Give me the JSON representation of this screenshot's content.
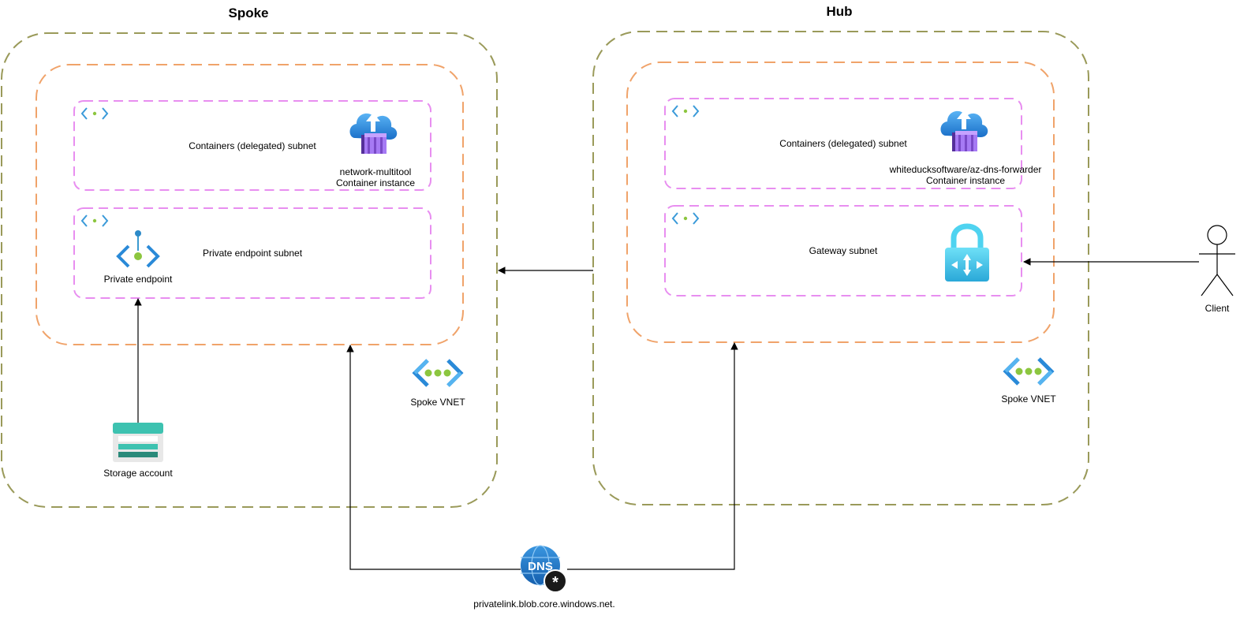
{
  "spoke": {
    "title": "Spoke",
    "containers_subnet_label": "Containers (delegated) subnet",
    "container_name": "network-multitool",
    "container_type": "Container instance",
    "pe_subnet_label": "Private endpoint subnet",
    "private_endpoint_label": "Private endpoint",
    "storage_label": "Storage account",
    "vnet_label": "Spoke VNET"
  },
  "hub": {
    "title": "Hub",
    "containers_subnet_label": "Containers (delegated) subnet",
    "container_name": "whiteducksoftware/az-dns-forwarder",
    "container_type": "Container instance",
    "gateway_subnet_label": "Gateway subnet",
    "vnet_label": "Spoke VNET"
  },
  "client": {
    "label": "Client"
  },
  "dns": {
    "label": "privatelink.blob.core.windows.net."
  },
  "colors": {
    "vnet_border": "#9a9a5a",
    "subscription_border": "#f0a36a",
    "subnet_border": "#e88ef0",
    "azure_blue": "#1a73c8",
    "container_purple": "#9a5ccd",
    "storage_teal": "#3dc2b0",
    "lock_cyan": "#4fd3f0",
    "vnet_icon_blue": "#2a8ad8",
    "vnet_icon_green": "#8cc63f"
  },
  "icons": {
    "container_instance": "cloud-upload-container-icon",
    "private_endpoint": "private-endpoint-icon",
    "storage": "storage-account-icon",
    "vnet": "virtual-network-icon",
    "gateway": "vpn-gateway-lock-icon",
    "dns": "dns-zone-icon",
    "client": "person-icon"
  }
}
